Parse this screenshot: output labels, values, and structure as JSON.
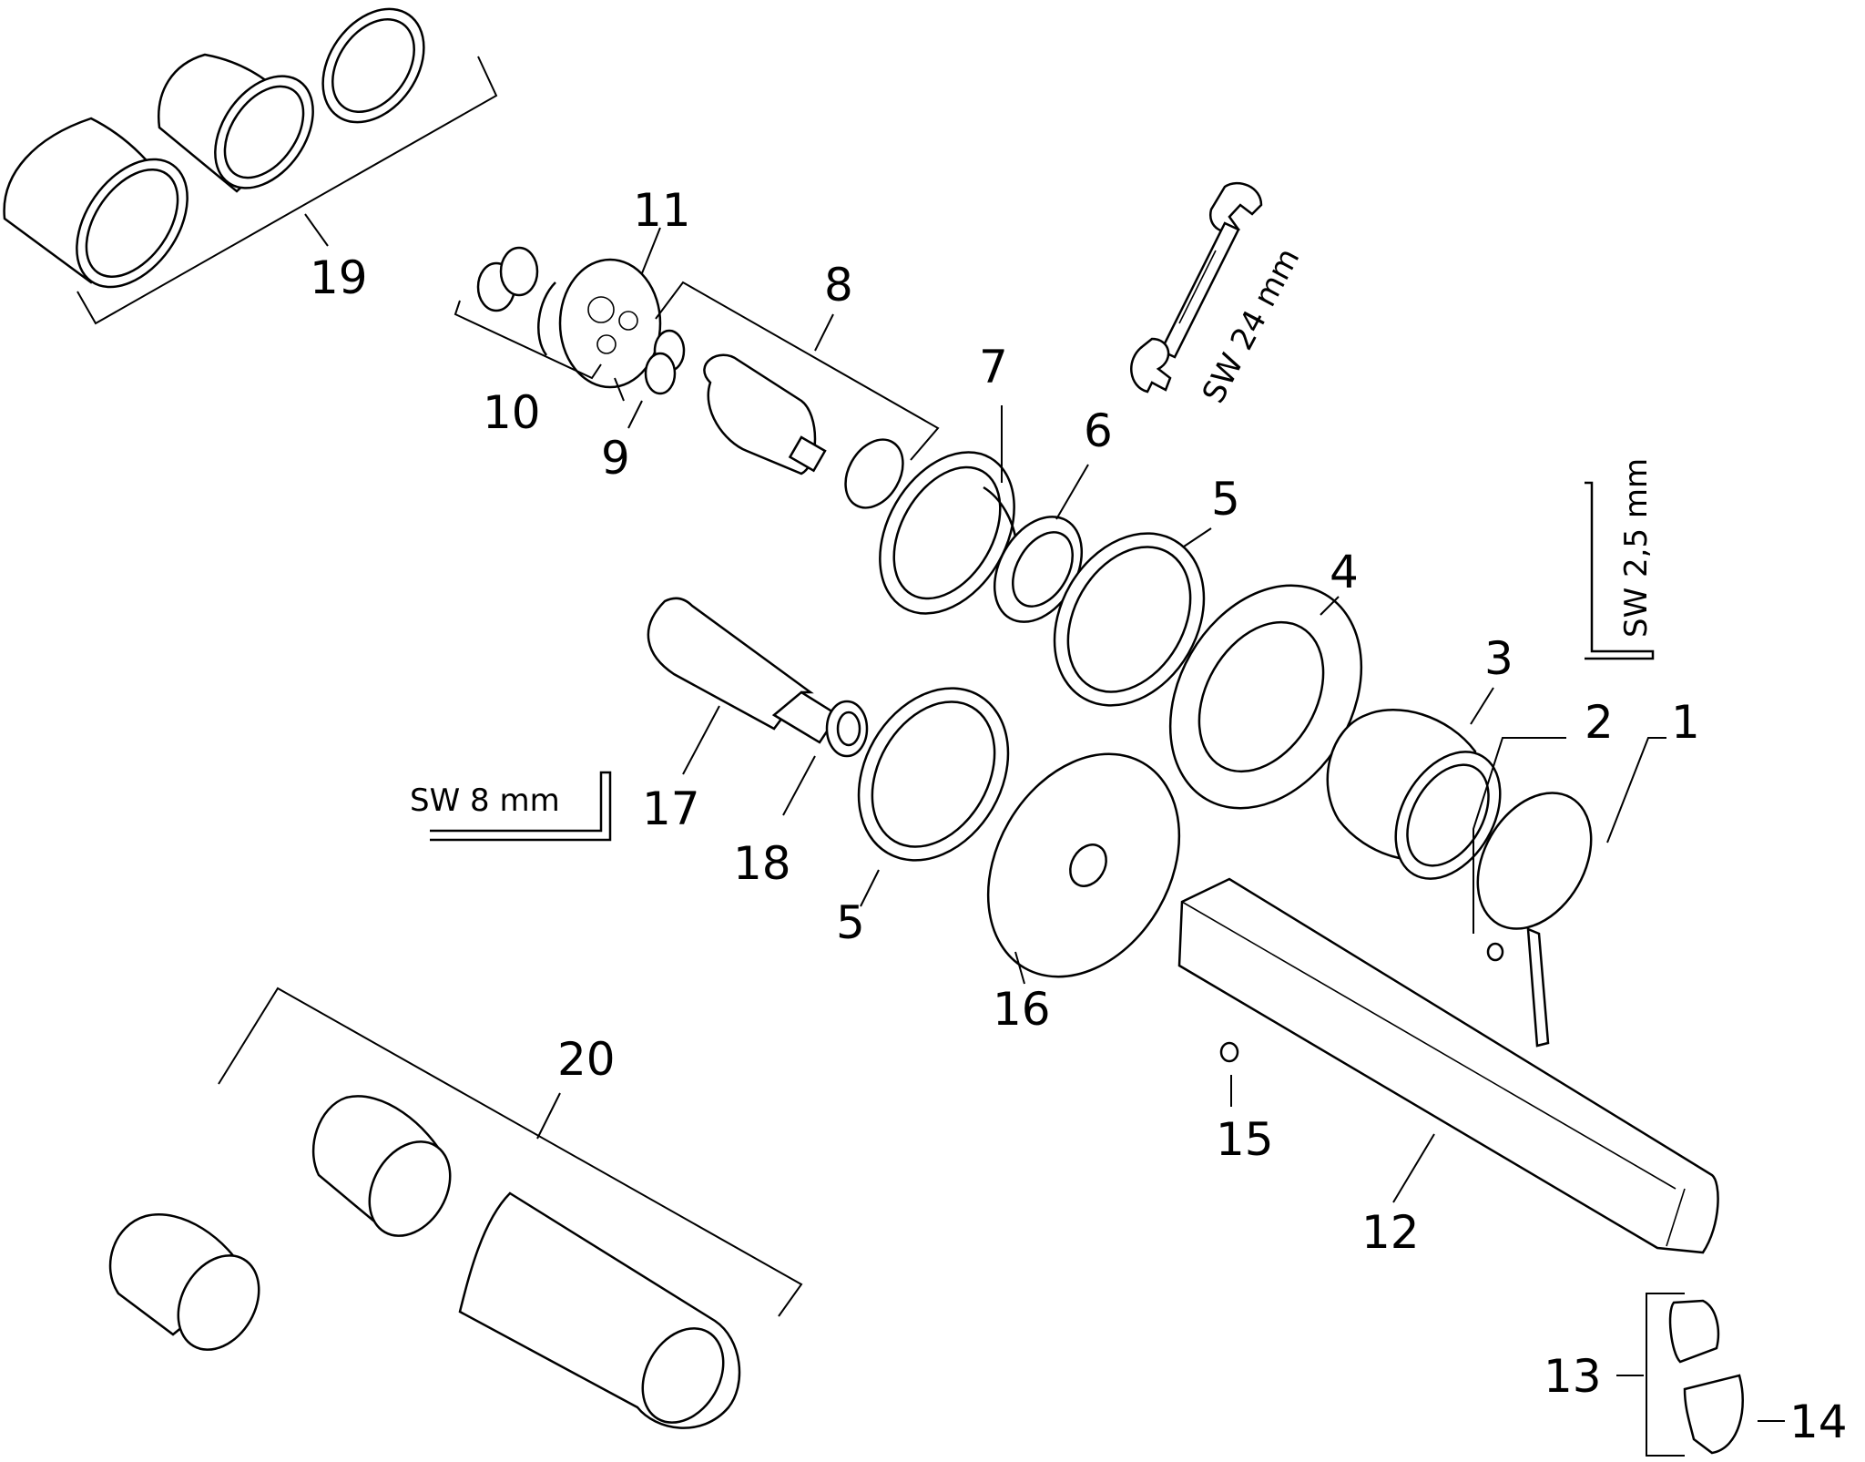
{
  "labels": {
    "l1": "1",
    "l2": "2",
    "l3": "3",
    "l4": "4",
    "l5a": "5",
    "l5b": "5",
    "l6": "6",
    "l7": "7",
    "l8": "8",
    "l9": "9",
    "l10": "10",
    "l11": "11",
    "l12": "12",
    "l13": "13",
    "l14": "14",
    "l15": "15",
    "l16": "16",
    "l17": "17",
    "l18": "18",
    "l19": "19",
    "l20": "20"
  },
  "tools": {
    "wrench": "SW 24 mm",
    "hex_small": "SW 2,5 mm",
    "hex_large": "SW 8 mm"
  },
  "colors": {
    "line": "#000000",
    "background": "#ffffff"
  }
}
